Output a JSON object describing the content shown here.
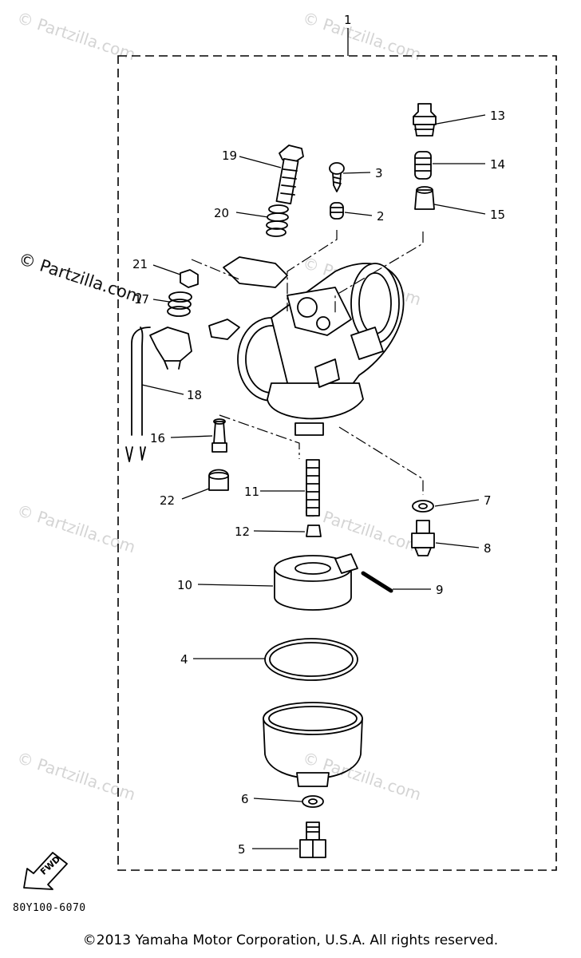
{
  "watermark": {
    "text": "© Partzilla.com"
  },
  "assembly_number": "1",
  "callouts": [
    {
      "id": "c1",
      "label": "2"
    },
    {
      "id": "c2",
      "label": "3"
    },
    {
      "id": "c3",
      "label": "4"
    },
    {
      "id": "c4",
      "label": "5"
    },
    {
      "id": "c5",
      "label": "6"
    },
    {
      "id": "c6",
      "label": "7"
    },
    {
      "id": "c7",
      "label": "8"
    },
    {
      "id": "c8",
      "label": "9"
    },
    {
      "id": "c9",
      "label": "10"
    },
    {
      "id": "c10",
      "label": "11"
    },
    {
      "id": "c11",
      "label": "12"
    },
    {
      "id": "c12",
      "label": "13"
    },
    {
      "id": "c13",
      "label": "14"
    },
    {
      "id": "c14",
      "label": "15"
    },
    {
      "id": "c15",
      "label": "16"
    },
    {
      "id": "c16",
      "label": "17"
    },
    {
      "id": "c17",
      "label": "18"
    },
    {
      "id": "c18",
      "label": "19"
    },
    {
      "id": "c19",
      "label": "20"
    },
    {
      "id": "c20",
      "label": "21"
    },
    {
      "id": "c21",
      "label": "22"
    }
  ],
  "fwd_label": "FWD",
  "diagram_code": "80Y100-6070",
  "copyright": "©2013  Yamaha Motor Corporation, U.S.A. All rights reserved."
}
